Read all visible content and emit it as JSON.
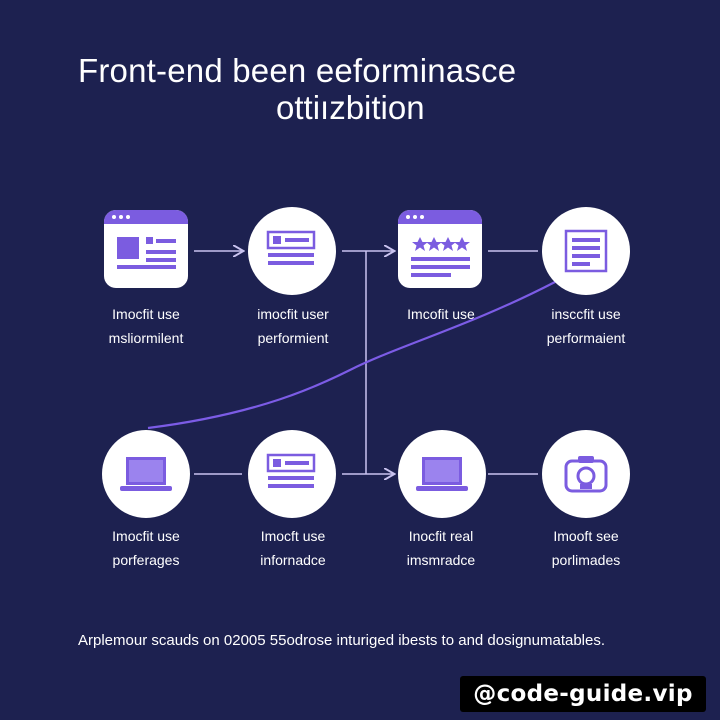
{
  "title": {
    "line1": "Front-end been eeforminasce",
    "line2": "ottiızbition"
  },
  "nodes": [
    {
      "icon": "browser-layout-icon",
      "label_line1": "Imocfit use",
      "label_line2": "msliormilent"
    },
    {
      "icon": "list-card-icon",
      "label_line1": "imocfit user",
      "label_line2": "performient"
    },
    {
      "icon": "browser-stars-icon",
      "label_line1": "Imcofit use",
      "label_line2": ""
    },
    {
      "icon": "document-lines-icon",
      "label_line1": "insccfit use",
      "label_line2": "performaient"
    },
    {
      "icon": "laptop-icon",
      "label_line1": "Imocfit use",
      "label_line2": "porferages"
    },
    {
      "icon": "list-card-icon",
      "label_line1": "Imocft use",
      "label_line2": "infornadce"
    },
    {
      "icon": "laptop-icon",
      "label_line1": "Inocfit real",
      "label_line2": "imsmradce"
    },
    {
      "icon": "camera-badge-icon",
      "label_line1": "Imooft see",
      "label_line2": "porlimades"
    }
  ],
  "caption": "Arplemour scauds on 02005 55odrose inturiged ibests to and dosignumatables.",
  "watermark": "@code-guide.vip",
  "colors": {
    "background": "#1d2150",
    "accent": "#7b5ce0",
    "icon_fill": "#ffffff",
    "connector": "#c9c3ef",
    "curve": "#7c5ce6"
  }
}
